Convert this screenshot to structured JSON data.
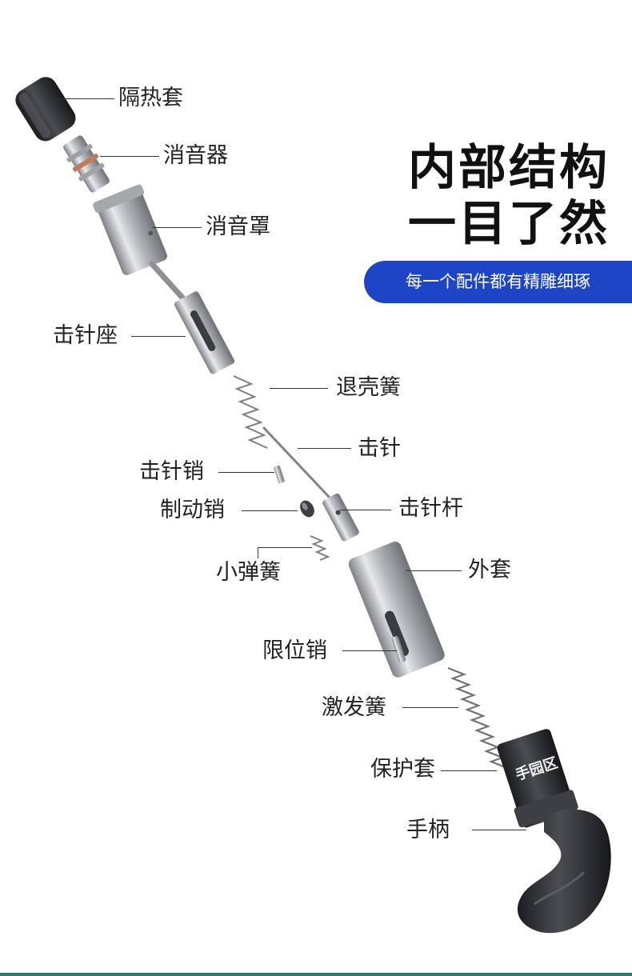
{
  "headline": {
    "line1": "内部结构",
    "line2": "一目了然"
  },
  "subtitle": "每一个配件都有精雕细琢",
  "product_band_text": "手园区",
  "colors": {
    "accent": "#1d45c6",
    "metal": "#b9bcc0",
    "rubber": "#2b2d30",
    "bottom_bar": "#2a7a6c"
  },
  "parts": {
    "insulation_sleeve": "隔热套",
    "muffler": "消音器",
    "muffler_cover": "消音罩",
    "firing_pin_seat": "击针座",
    "ejector_spring": "退壳簧",
    "firing_pin": "击针",
    "firing_pin_pin": "击针销",
    "brake_pin": "制动销",
    "firing_pin_rod": "击针杆",
    "small_spring": "小弹簧",
    "outer_sleeve": "外套",
    "limit_pin": "限位销",
    "firing_spring": "激发簧",
    "protective_sleeve": "保护套",
    "handle": "手柄"
  }
}
